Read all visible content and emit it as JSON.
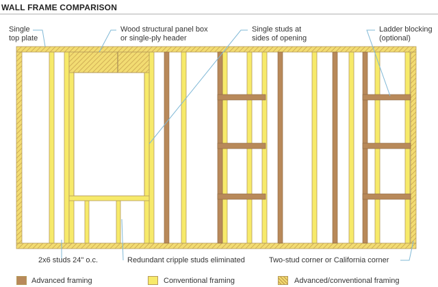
{
  "title": "WALL FRAME COMPARISON",
  "callouts": {
    "top_plate": [
      "Single",
      "top plate"
    ],
    "header": [
      "Wood structural panel box",
      "or single-ply header"
    ],
    "single_studs": [
      "Single studs at",
      "sides of opening"
    ],
    "ladder": [
      "Ladder blocking",
      "(optional)"
    ],
    "studs_spacing": "2x6 studs 24\" o.c.",
    "cripple": "Redundant cripple studs eliminated",
    "corner": "Two-stud corner or California corner"
  },
  "legend": {
    "advanced": "Advanced framing",
    "conventional": "Conventional framing",
    "both": "Advanced/conventional  framing"
  },
  "colors": {
    "advanced": "#b8895a",
    "conventional": "#f7ea6a",
    "hatch_bg": "#f2dc72",
    "hatch_line": "#c9a34f",
    "leader": "#7fb8d6",
    "outline": "#b59a5a"
  }
}
